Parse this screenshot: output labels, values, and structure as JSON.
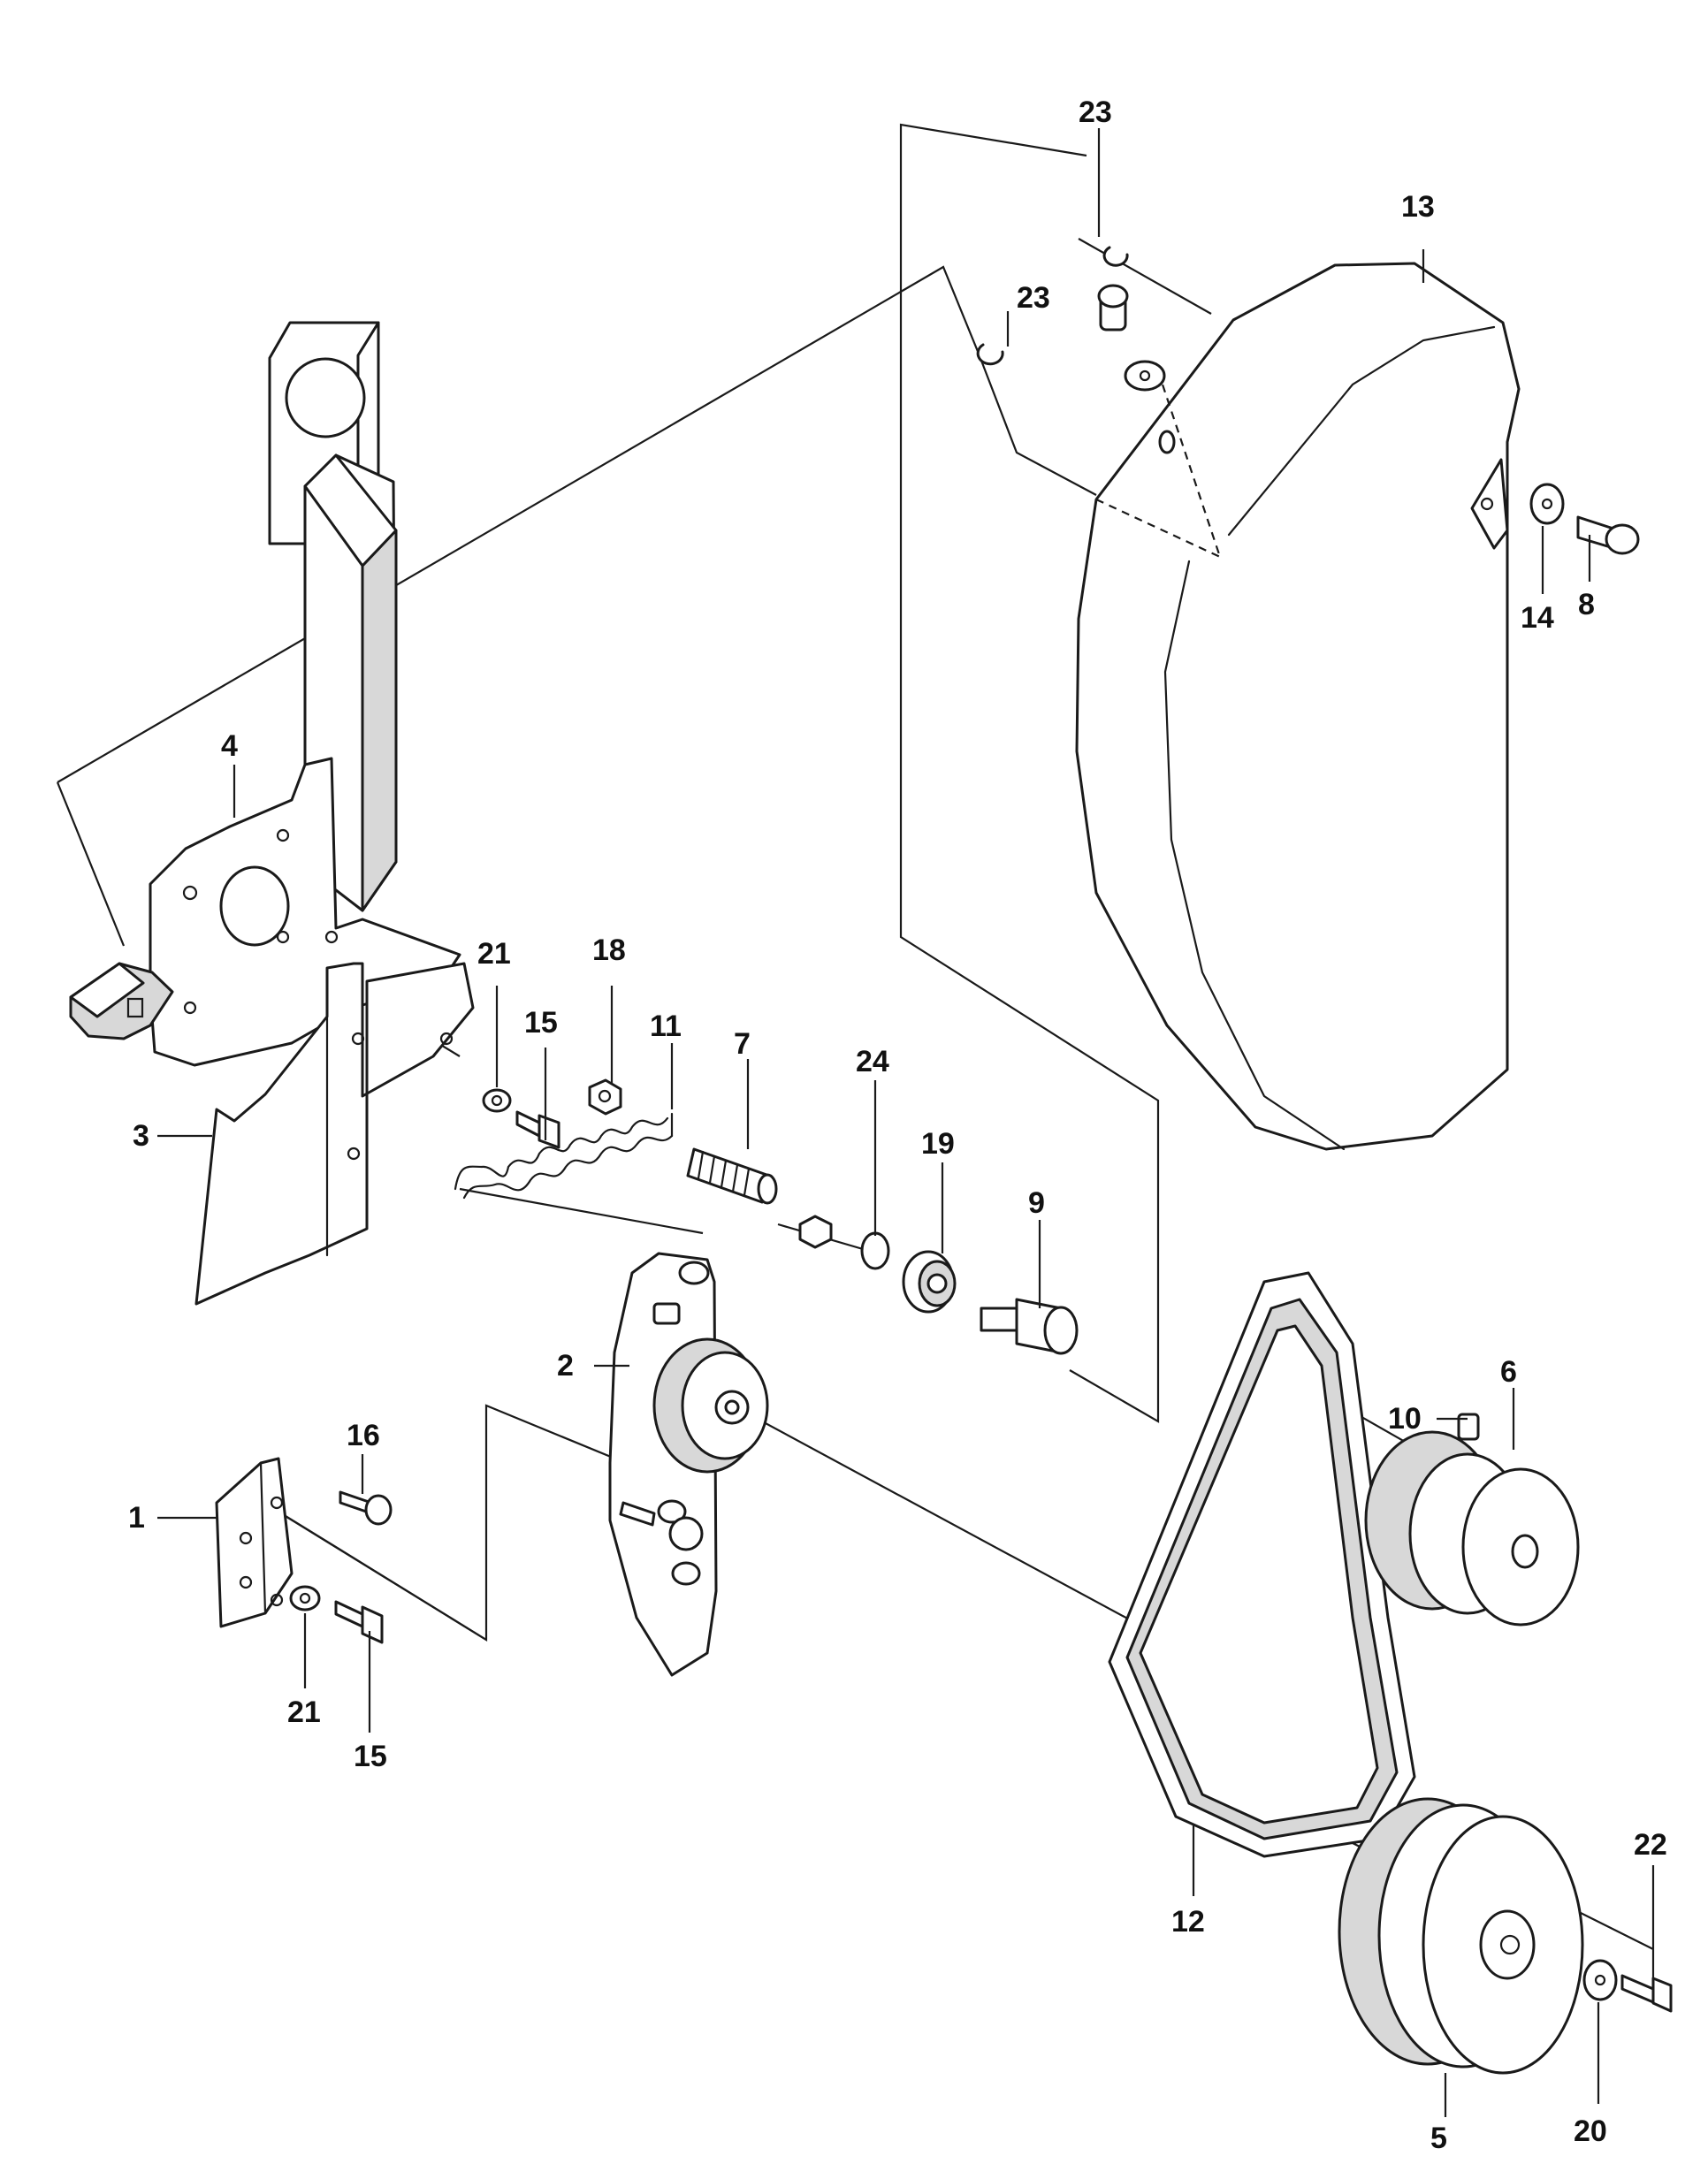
{
  "callouts": [
    {
      "id": "c1",
      "text": "1"
    },
    {
      "id": "c2",
      "text": "2"
    },
    {
      "id": "c3",
      "text": "3"
    },
    {
      "id": "c4",
      "text": "4"
    },
    {
      "id": "c5",
      "text": "5"
    },
    {
      "id": "c6",
      "text": "6"
    },
    {
      "id": "c7",
      "text": "7"
    },
    {
      "id": "c8",
      "text": "8"
    },
    {
      "id": "c9",
      "text": "9"
    },
    {
      "id": "c10",
      "text": "10"
    },
    {
      "id": "c11",
      "text": "11"
    },
    {
      "id": "c12",
      "text": "12"
    },
    {
      "id": "c13",
      "text": "13"
    },
    {
      "id": "c14",
      "text": "14"
    },
    {
      "id": "c15a",
      "text": "15"
    },
    {
      "id": "c15b",
      "text": "15"
    },
    {
      "id": "c16",
      "text": "16"
    },
    {
      "id": "c18",
      "text": "18"
    },
    {
      "id": "c19",
      "text": "19"
    },
    {
      "id": "c20",
      "text": "20"
    },
    {
      "id": "c21a",
      "text": "21"
    },
    {
      "id": "c21b",
      "text": "21"
    },
    {
      "id": "c22",
      "text": "22"
    },
    {
      "id": "c23a",
      "text": "23"
    },
    {
      "id": "c23b",
      "text": "23"
    },
    {
      "id": "c24",
      "text": "24"
    }
  ]
}
